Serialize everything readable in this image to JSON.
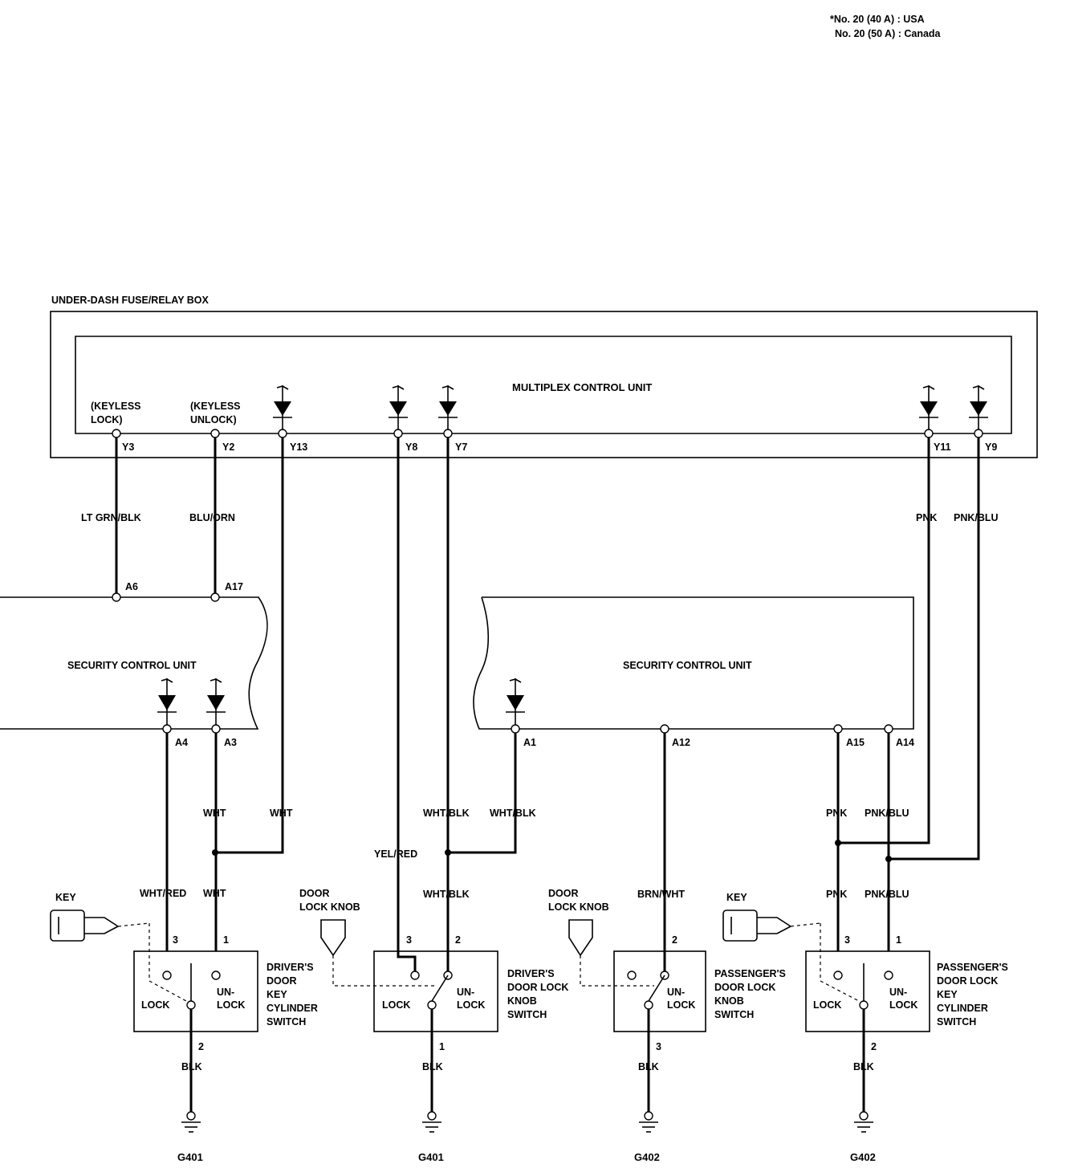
{
  "notes": {
    "line1": "*No. 20 (40 A) : USA",
    "line2": "No. 20 (50 A) : Canada"
  },
  "fuse_box": {
    "label": "UNDER-DASH FUSE/RELAY BOX",
    "mcu_label": "MULTIPLEX CONTROL UNIT",
    "keyless_lock": [
      "(KEYLESS",
      "LOCK)"
    ],
    "keyless_unlock": [
      "(KEYLESS",
      "UNLOCK)"
    ],
    "pins": [
      "Y3",
      "Y2",
      "Y13",
      "Y8",
      "Y7",
      "Y11",
      "Y9"
    ]
  },
  "security_left": {
    "label": "SECURITY CONTROL UNIT",
    "pins": [
      "A6",
      "A17",
      "A4",
      "A3"
    ]
  },
  "security_right": {
    "label": "SECURITY CONTROL UNIT",
    "pins": [
      "A1",
      "A12",
      "A15",
      "A14"
    ]
  },
  "wires": {
    "lt_grn_blk": "LT GRN/BLK",
    "blu_orn": "BLU/ORN",
    "pnk": "PNK",
    "pnk_blu": "PNK/BLU",
    "wht": "WHT",
    "wht_blk": "WHT/BLK",
    "yel_red": "YEL/RED",
    "wht_red": "WHT/RED",
    "brn_wht": "BRN/WHT",
    "blk": "BLK"
  },
  "switches": {
    "driver_key": [
      "DRIVER'S",
      "DOOR",
      "KEY",
      "CYLINDER",
      "SWITCH"
    ],
    "driver_knob": [
      "DRIVER'S",
      "DOOR LOCK",
      "KNOB",
      "SWITCH"
    ],
    "pass_knob": [
      "PASSENGER'S",
      "DOOR LOCK",
      "KNOB",
      "SWITCH"
    ],
    "pass_key": [
      "PASSENGER'S",
      "DOOR LOCK",
      "KEY",
      "CYLINDER",
      "SWITCH"
    ],
    "lock": "LOCK",
    "unlock": [
      "UN-",
      "LOCK"
    ],
    "key": "KEY",
    "door_lock_knob": [
      "DOOR",
      "LOCK KNOB"
    ],
    "pin_1": "1",
    "pin_2": "2",
    "pin_3": "3"
  },
  "grounds": [
    "G401",
    "G401",
    "G402",
    "G402"
  ]
}
